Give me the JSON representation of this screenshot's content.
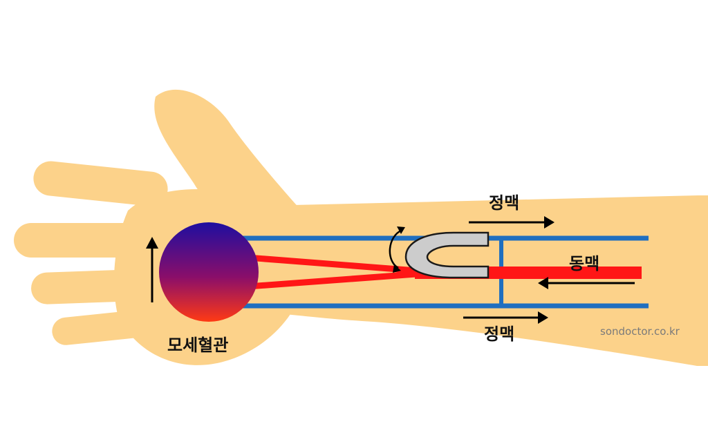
{
  "labels": {
    "vein_top": "정맥",
    "artery": "동맥",
    "vein_bottom": "정맥",
    "capillary": "모세혈관"
  },
  "watermark": "sondoctor.co.kr",
  "colors": {
    "skin": "#fcd28a",
    "vein": "#1f6fc0",
    "artery": "#ff1616",
    "arrow": "#000000",
    "fistula_fill": "#cccccc",
    "fistula_stroke": "#1a1a1a",
    "capillary_top": "#1e0ea0",
    "capillary_bottom": "#ff3a14"
  },
  "icons": {
    "flow_arrow": "arrow-right-icon",
    "flow_arrow_left": "arrow-left-icon",
    "flow_arrow_up": "arrow-up-icon",
    "rotate_arrow": "curved-arrow-icon"
  }
}
